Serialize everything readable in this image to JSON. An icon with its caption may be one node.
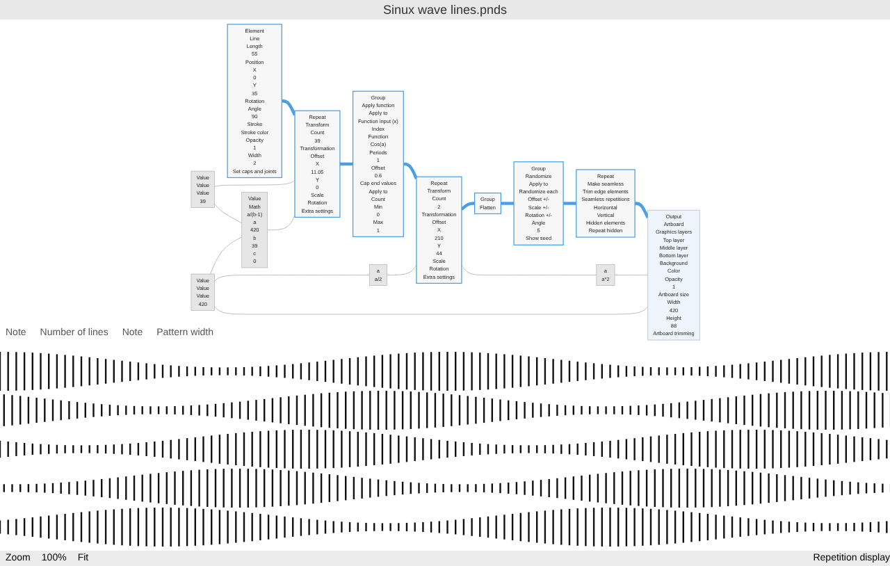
{
  "diagram": {
    "title": "Sinux wave lines.pnds",
    "nodes": [
      {
        "text": [
          "Element",
          "Line",
          "Length",
          "55",
          "Position",
          "X",
          "0",
          "Y",
          "35",
          "Rotation",
          "Angle",
          "90",
          "Stroke",
          "Stroke color",
          "Opacity",
          "1",
          "Width",
          "2",
          "Set caps and joints"
        ]
      },
      {
        "text": [
          "Repeat",
          "Transform",
          "Count",
          "39",
          "Transformation",
          "Offset",
          "X",
          "11.05",
          "Y",
          "0",
          "Scale",
          "Rotation",
          "Extra settings"
        ]
      },
      {
        "text": [
          "Group",
          "Apply function",
          "Apply to",
          "Function input (x)",
          "Index",
          "Function",
          "Cos(a)",
          "Periods",
          "1",
          "Offset",
          "0.6",
          "Cap end values",
          "Apply to",
          "Count",
          "Min",
          "0",
          "Max",
          "1"
        ]
      },
      {
        "text": [
          "Repeat",
          "Transform",
          "Count",
          "2",
          "Transformation",
          "Offset",
          "X",
          "210",
          "Y",
          "44",
          "Scale",
          "Rotation",
          "Extra settings"
        ]
      },
      {
        "text": [
          "Group",
          "Flatten"
        ]
      },
      {
        "text": [
          "Group",
          "Randomize",
          "Apply to",
          "Randomize each",
          "Offset +/-",
          "Scale +/-",
          "Rotation +/-",
          "Angle",
          "5",
          "Show seed"
        ]
      },
      {
        "text": [
          "Repeat",
          "Make seamless",
          "Trim edge elements",
          "Seamless repetitions",
          "Horizontal",
          "Vertical",
          "Hidden elements",
          "Repeat hidden"
        ]
      },
      {
        "text": [
          "Output",
          "Artboard",
          "Graphics layers",
          "Top layer",
          "Middle layer",
          "Bottom layer",
          "Background",
          "Color",
          "Opacity",
          "1",
          "Artboard size",
          "Width",
          "420",
          "Height",
          "88",
          "Artboard trimming"
        ]
      },
      {
        "text": [
          "Value",
          "Math",
          "a/(b-1)",
          "a",
          "420",
          "b",
          "39",
          "c",
          "0"
        ]
      },
      {
        "text": [
          "Value",
          "Value",
          "Value",
          "39"
        ]
      },
      {
        "text": [
          "Value",
          "Value",
          "Value",
          "420"
        ]
      },
      {
        "text": [
          "a",
          "a/2"
        ]
      },
      {
        "text": [
          "a",
          "a*2"
        ]
      }
    ],
    "edges": [
      {
        "from": 0,
        "to": 1,
        "arrow": "none",
        "style": "thick",
        "color": "#4a9ee8"
      },
      {
        "from": 1,
        "to": 2,
        "arrow": "none",
        "style": "thick",
        "color": "#4a9ee8"
      },
      {
        "from": 2,
        "to": 3,
        "arrow": "none",
        "style": "thick",
        "color": "#4a9ee8"
      },
      {
        "from": 3,
        "to": 4,
        "arrow": "none",
        "style": "thick",
        "color": "#4a9ee8"
      },
      {
        "from": 4,
        "to": 5,
        "arrow": "none",
        "style": "thick",
        "color": "#4a9ee8"
      },
      {
        "from": 5,
        "to": 6,
        "arrow": "none",
        "style": "thick",
        "color": "#4a9ee8"
      },
      {
        "from": 6,
        "to": 7,
        "arrow": "none",
        "style": "thick",
        "color": "#4a9ee8"
      },
      {
        "from": 9,
        "to": 1,
        "arrow": "none"
      },
      {
        "from": 9,
        "to": 8,
        "arrow": "none"
      },
      {
        "from": 10,
        "to": 8,
        "arrow": "none"
      },
      {
        "from": 8,
        "to": 1,
        "arrow": "none"
      },
      {
        "from": 10,
        "to": 11,
        "arrow": "none"
      },
      {
        "from": 11,
        "to": 3,
        "arrow": "none"
      },
      {
        "from": 10,
        "to": 7,
        "arrow": "none"
      },
      {
        "from": 3,
        "to": 12,
        "arrow": "none"
      },
      {
        "from": 12,
        "to": 7,
        "arrow": "none"
      }
    ],
    "labels": [
      "Note",
      "Number of lines",
      "Note",
      "Pattern width",
      "Zoom",
      "100%",
      "Fit",
      "Repetition display"
    ]
  }
}
